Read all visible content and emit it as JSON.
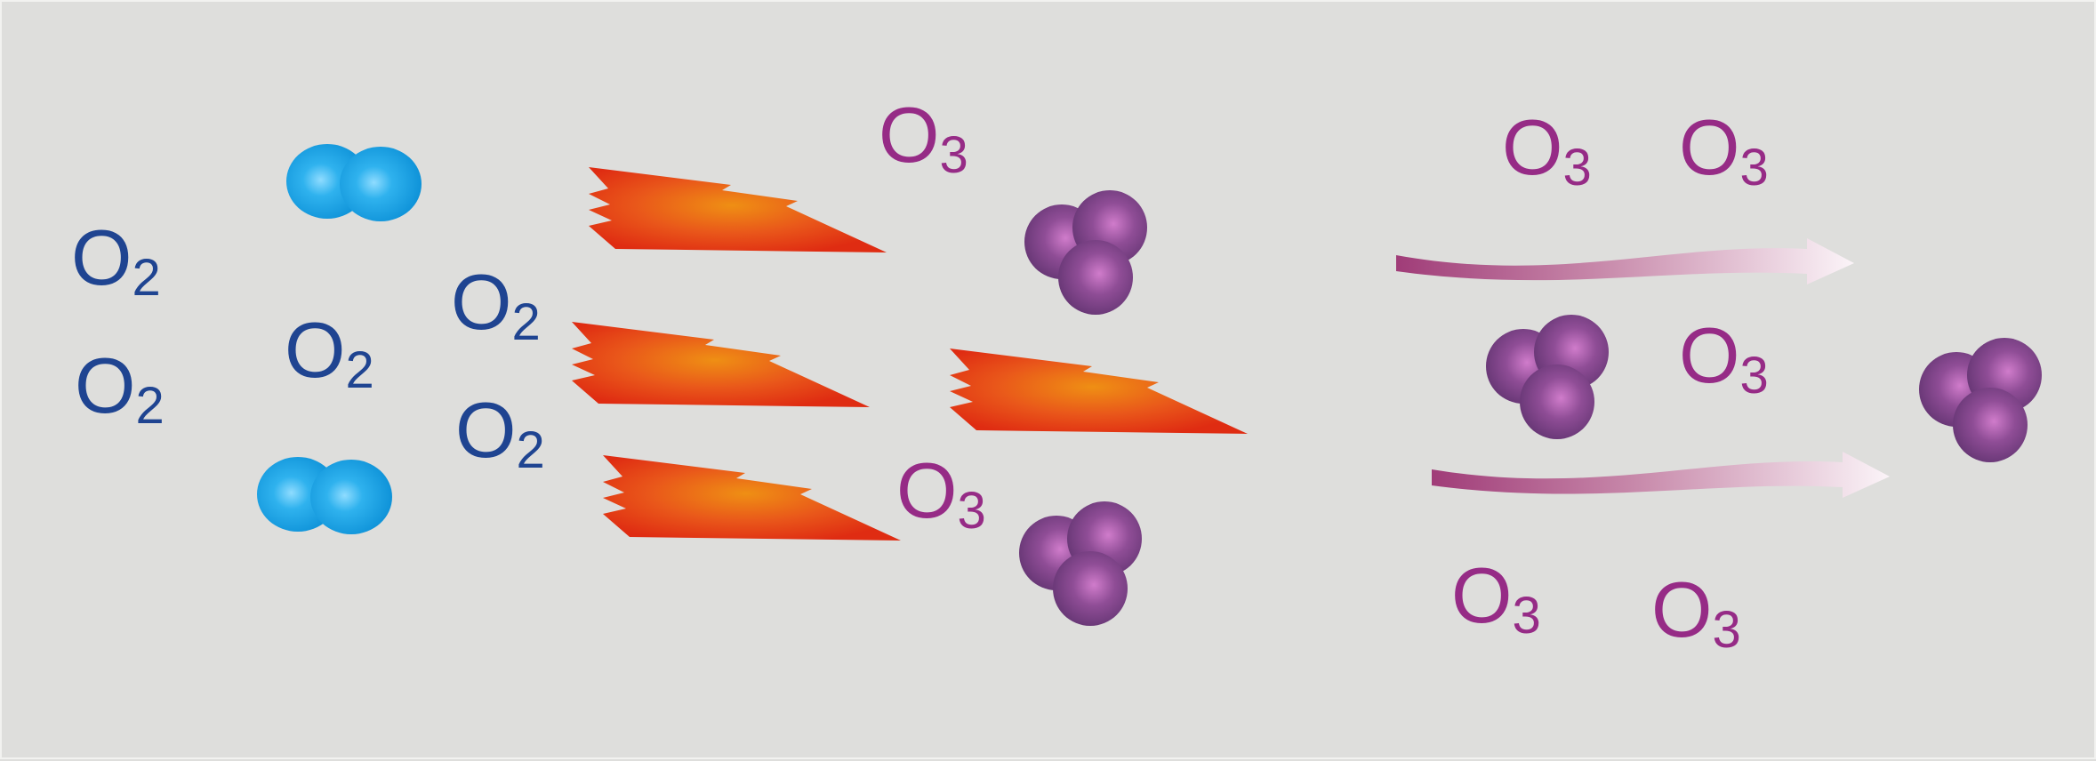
{
  "colors": {
    "background": "#dededc",
    "oxygen_label": "#1f4491",
    "ozone_label": "#962b86",
    "o2_sphere": "#1aa3e6",
    "o3_sphere": "#8c4d94",
    "flame_outer": "#e02a12",
    "flame_inner": "#ee8a12",
    "arrow_start": "#9a3d78",
    "arrow_end": "#f8f1f5"
  },
  "labels": {
    "o2_left_top": {
      "element": "O",
      "sub": "2"
    },
    "o2_left_bottom": {
      "element": "O",
      "sub": "2"
    },
    "o2_mid": {
      "element": "O",
      "sub": "2"
    },
    "o2_right_top": {
      "element": "O",
      "sub": "2"
    },
    "o2_right_bottom": {
      "element": "O",
      "sub": "2"
    },
    "o3_top_center": {
      "element": "O",
      "sub": "3"
    },
    "o3_mid_center": {
      "element": "O",
      "sub": "3"
    },
    "o3_top_right_a": {
      "element": "O",
      "sub": "3"
    },
    "o3_top_right_b": {
      "element": "O",
      "sub": "3"
    },
    "o3_mid_right": {
      "element": "O",
      "sub": "3"
    },
    "o3_bottom_right_a": {
      "element": "O",
      "sub": "3"
    },
    "o3_bottom_right_b": {
      "element": "O",
      "sub": "3"
    }
  },
  "icons": {
    "o2_molecule": "o2-molecule-icon",
    "o3_molecule": "o3-molecule-icon",
    "energy": "lightning-flame-icon",
    "flow": "flow-arrow-icon"
  }
}
